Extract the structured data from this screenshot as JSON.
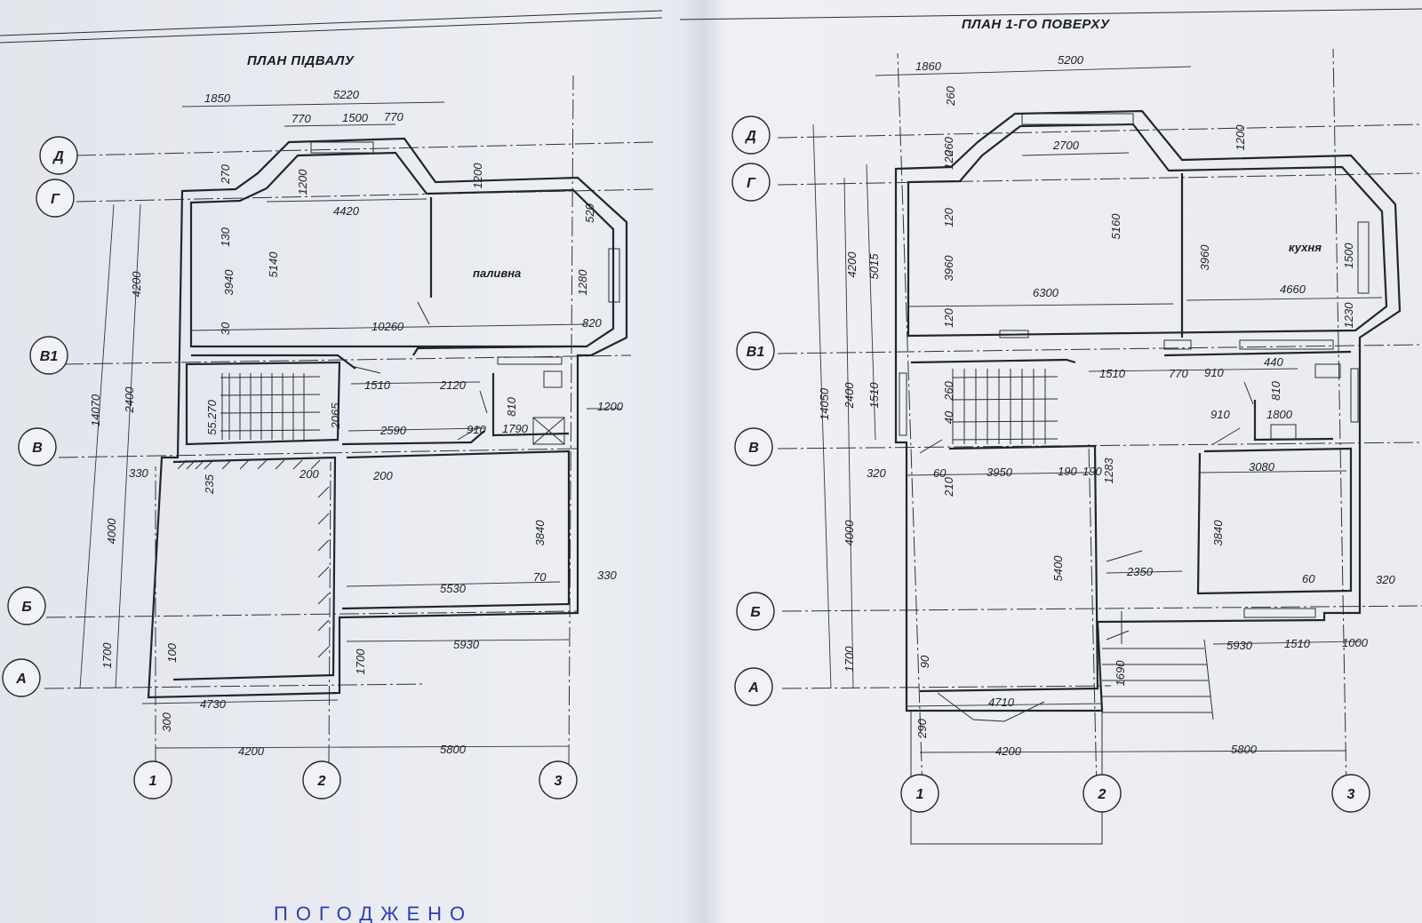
{
  "sheets": [
    {
      "id": "basement",
      "title": "ПЛАН ПІДВАЛУ",
      "rooms": [
        "паливна"
      ],
      "row_axes": [
        "Д",
        "Г",
        "В1",
        "В",
        "Б",
        "А"
      ],
      "col_axes": [
        "1",
        "2",
        "3"
      ],
      "dims_h": [
        "1850",
        "5220",
        "770",
        "1500",
        "770",
        "4420",
        "10260",
        "1510",
        "2120",
        "2590",
        "910",
        "1790",
        "330",
        "200",
        "200",
        "5530",
        "70",
        "330",
        "5930",
        "4730",
        "4200",
        "5800",
        "820",
        "1200"
      ],
      "dims_v": [
        "270",
        "1200",
        "1200",
        "130",
        "3940",
        "5140",
        "30",
        "520",
        "1280",
        "4200",
        "14070",
        "2400",
        "4000",
        "1700",
        "2065",
        "810",
        "3840",
        "235",
        "1700",
        "100",
        "300",
        "55.270"
      ]
    },
    {
      "id": "first-floor",
      "title": "ПЛАН 1-ГО ПОВЕРХУ",
      "rooms": [
        "кухня"
      ],
      "row_axes": [
        "Д",
        "Г",
        "В1",
        "В",
        "Б",
        "А"
      ],
      "col_axes": [
        "1",
        "2",
        "3"
      ],
      "dims_h": [
        "1860",
        "5200",
        "2700",
        "6300",
        "4660",
        "1510",
        "770",
        "910",
        "440",
        "910",
        "1800",
        "320",
        "60",
        "3950",
        "190",
        "190",
        "3080",
        "2350",
        "60",
        "320",
        "5930",
        "1510",
        "1000",
        "4710",
        "4200",
        "5800"
      ],
      "dims_v": [
        "260",
        "260",
        "1200",
        "120",
        "120",
        "3960",
        "120",
        "5160",
        "3960",
        "1500",
        "1230",
        "4200",
        "5015",
        "14050",
        "2400",
        "1510",
        "260",
        "40",
        "810",
        "210",
        "1283",
        "4000",
        "5400",
        "3840",
        "1700",
        "90",
        "1690",
        "290"
      ]
    }
  ],
  "stamp": "ПОГОДЖЕНО"
}
